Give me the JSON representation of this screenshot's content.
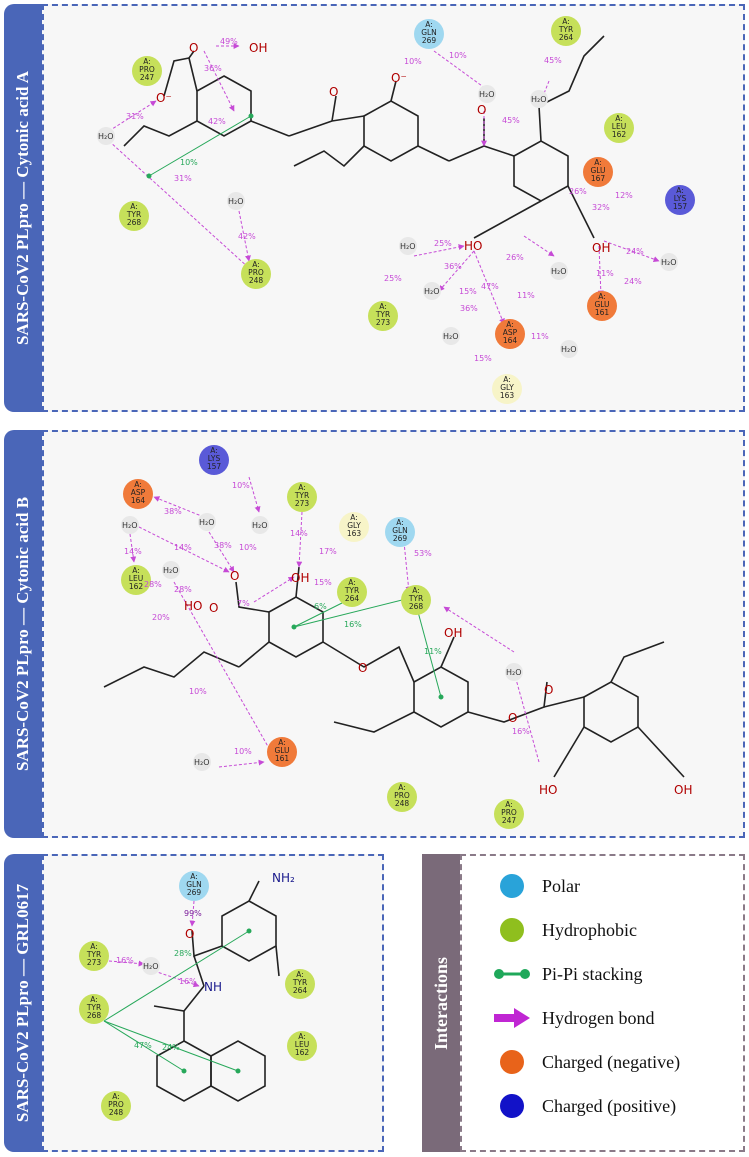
{
  "panels": {
    "a": {
      "title": "SARS-CoV2 PLpro — Cytonic acid A"
    },
    "b": {
      "title": "SARS-CoV2 PLpro — Cytonic acid B"
    },
    "c": {
      "title": "SARS-CoV2 PLpro — GRL0617"
    }
  },
  "legend": {
    "title": "Interactions",
    "items": [
      {
        "label": "Polar",
        "color": "#29a3d9",
        "icon": "polar-circle"
      },
      {
        "label": "Hydrophobic",
        "color": "#8fbf1e",
        "icon": "hydrophobic-circle"
      },
      {
        "label": "Pi-Pi stacking",
        "color": "#1fa85a",
        "icon": "pi-pi-stacking-line"
      },
      {
        "label": "Hydrogen bond",
        "color": "#c026d3",
        "icon": "hydrogen-bond-arrow"
      },
      {
        "label": "Charged (negative)",
        "color": "#e8631a",
        "icon": "charged-negative-circle"
      },
      {
        "label": "Charged (positive)",
        "color": "#1212c8",
        "icon": "charged-positive-circle"
      }
    ]
  },
  "atom_labels": {
    "water": "H₂O",
    "oh": "OH",
    "ho": "HO",
    "o": "O",
    "o_minus": "O⁻",
    "nh": "NH",
    "nh2": "NH₂"
  },
  "residues": {
    "a": [
      {
        "chain": "A:",
        "name": "PRO",
        "num": "247",
        "kind": "hydrophobic"
      },
      {
        "chain": "A:",
        "name": "GLN",
        "num": "269",
        "kind": "polar"
      },
      {
        "chain": "A:",
        "name": "TYR",
        "num": "264",
        "kind": "hydrophobic"
      },
      {
        "chain": "A:",
        "name": "LEU",
        "num": "162",
        "kind": "hydrophobic"
      },
      {
        "chain": "A:",
        "name": "GLU",
        "num": "167",
        "kind": "negative"
      },
      {
        "chain": "A:",
        "name": "LYS",
        "num": "157",
        "kind": "positive"
      },
      {
        "chain": "A:",
        "name": "TYR",
        "num": "268",
        "kind": "hydrophobic"
      },
      {
        "chain": "A:",
        "name": "PRO",
        "num": "248",
        "kind": "hydrophobic"
      },
      {
        "chain": "A:",
        "name": "TYR",
        "num": "273",
        "kind": "hydrophobic"
      },
      {
        "chain": "A:",
        "name": "ASP",
        "num": "164",
        "kind": "negative"
      },
      {
        "chain": "A:",
        "name": "GLU",
        "num": "161",
        "kind": "negative"
      },
      {
        "chain": "A:",
        "name": "GLY",
        "num": "163",
        "kind": "glycine"
      }
    ],
    "b": [
      {
        "chain": "A:",
        "name": "ASP",
        "num": "164",
        "kind": "negative"
      },
      {
        "chain": "A:",
        "name": "LYS",
        "num": "157",
        "kind": "positive"
      },
      {
        "chain": "A:",
        "name": "TYR",
        "num": "273",
        "kind": "hydrophobic"
      },
      {
        "chain": "A:",
        "name": "GLY",
        "num": "163",
        "kind": "glycine"
      },
      {
        "chain": "A:",
        "name": "GLN",
        "num": "269",
        "kind": "polar"
      },
      {
        "chain": "A:",
        "name": "LEU",
        "num": "162",
        "kind": "hydrophobic"
      },
      {
        "chain": "A:",
        "name": "TYR",
        "num": "264",
        "kind": "hydrophobic"
      },
      {
        "chain": "A:",
        "name": "TYR",
        "num": "268",
        "kind": "hydrophobic"
      },
      {
        "chain": "A:",
        "name": "GLU",
        "num": "161",
        "kind": "negative"
      },
      {
        "chain": "A:",
        "name": "PRO",
        "num": "248",
        "kind": "hydrophobic"
      },
      {
        "chain": "A:",
        "name": "PRO",
        "num": "247",
        "kind": "hydrophobic"
      }
    ],
    "c": [
      {
        "chain": "A:",
        "name": "GLN",
        "num": "269",
        "kind": "polar"
      },
      {
        "chain": "A:",
        "name": "TYR",
        "num": "273",
        "kind": "hydrophobic"
      },
      {
        "chain": "A:",
        "name": "TYR",
        "num": "268",
        "kind": "hydrophobic"
      },
      {
        "chain": "A:",
        "name": "TYR",
        "num": "264",
        "kind": "hydrophobic"
      },
      {
        "chain": "A:",
        "name": "LEU",
        "num": "162",
        "kind": "hydrophobic"
      },
      {
        "chain": "A:",
        "name": "PRO",
        "num": "248",
        "kind": "hydrophobic"
      }
    ]
  },
  "percentages": {
    "a": [
      "49%",
      "36%",
      "31%",
      "42%",
      "10%",
      "31%",
      "42%",
      "10%",
      "10%",
      "45%",
      "45%",
      "26%",
      "32%",
      "12%",
      "24%",
      "24%",
      "11%",
      "25%",
      "25%",
      "26%",
      "36%",
      "15%",
      "47%",
      "36%",
      "11%",
      "11%",
      "15%"
    ],
    "b": [
      "38%",
      "10%",
      "14%",
      "38%",
      "10%",
      "14%",
      "28%",
      "28%",
      "20%",
      "14%",
      "7%",
      "17%",
      "15%",
      "53%",
      "6%",
      "16%",
      "11%",
      "16%",
      "10%",
      "10%"
    ],
    "c": [
      "99%",
      "16%",
      "28%",
      "16%",
      "47%",
      "24%"
    ]
  },
  "colors": {
    "polar": "#9fd8f0",
    "hydrophobic": "#c6e05a",
    "negative": "#f07a3a",
    "positive": "#5a5ad8",
    "glycine": "#f7f4c8",
    "hbond": "#c64ad6",
    "pipi": "#27a85a",
    "frame": "#4a66b8"
  }
}
